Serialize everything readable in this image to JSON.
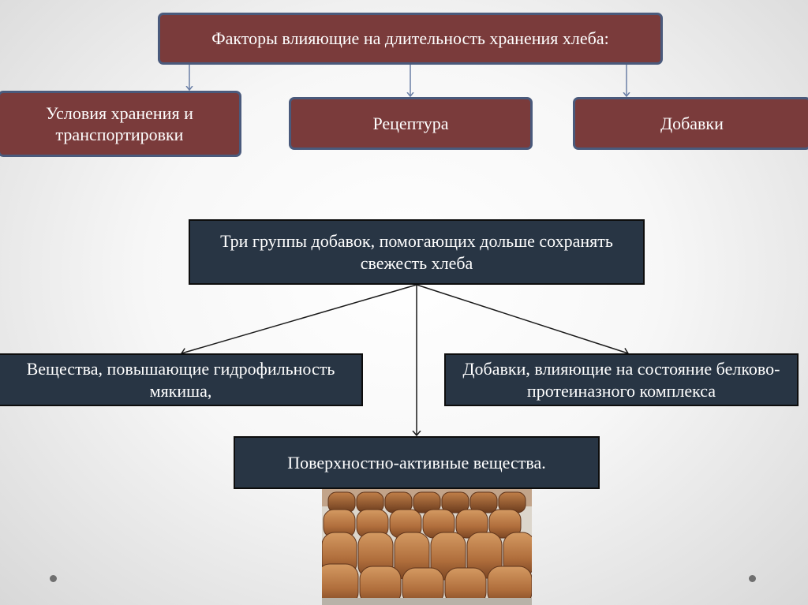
{
  "top": {
    "title": "Факторы влияющие на длительность хранения хлеба:",
    "factors": [
      {
        "label": "Условия хранения и транспортировки"
      },
      {
        "label": "Рецептура"
      },
      {
        "label": "Добавки"
      }
    ]
  },
  "groups": {
    "title": "Три группы добавок, помогающих дольше сохранять свежесть хлеба",
    "items": [
      {
        "label": "Вещества, повышающие гидрофильность мякиша,"
      },
      {
        "label": "Добавки, влияющие на состояние белково-протеиназного комплекса"
      },
      {
        "label": "Поверхностно-активные вещества."
      }
    ]
  },
  "colors": {
    "maroon_box": "#7a3b3b",
    "maroon_border": "#4a5a7c",
    "navy_box": "#283544",
    "text": "#ffffff"
  },
  "image": {
    "subject": "bread-loaves-photo"
  }
}
